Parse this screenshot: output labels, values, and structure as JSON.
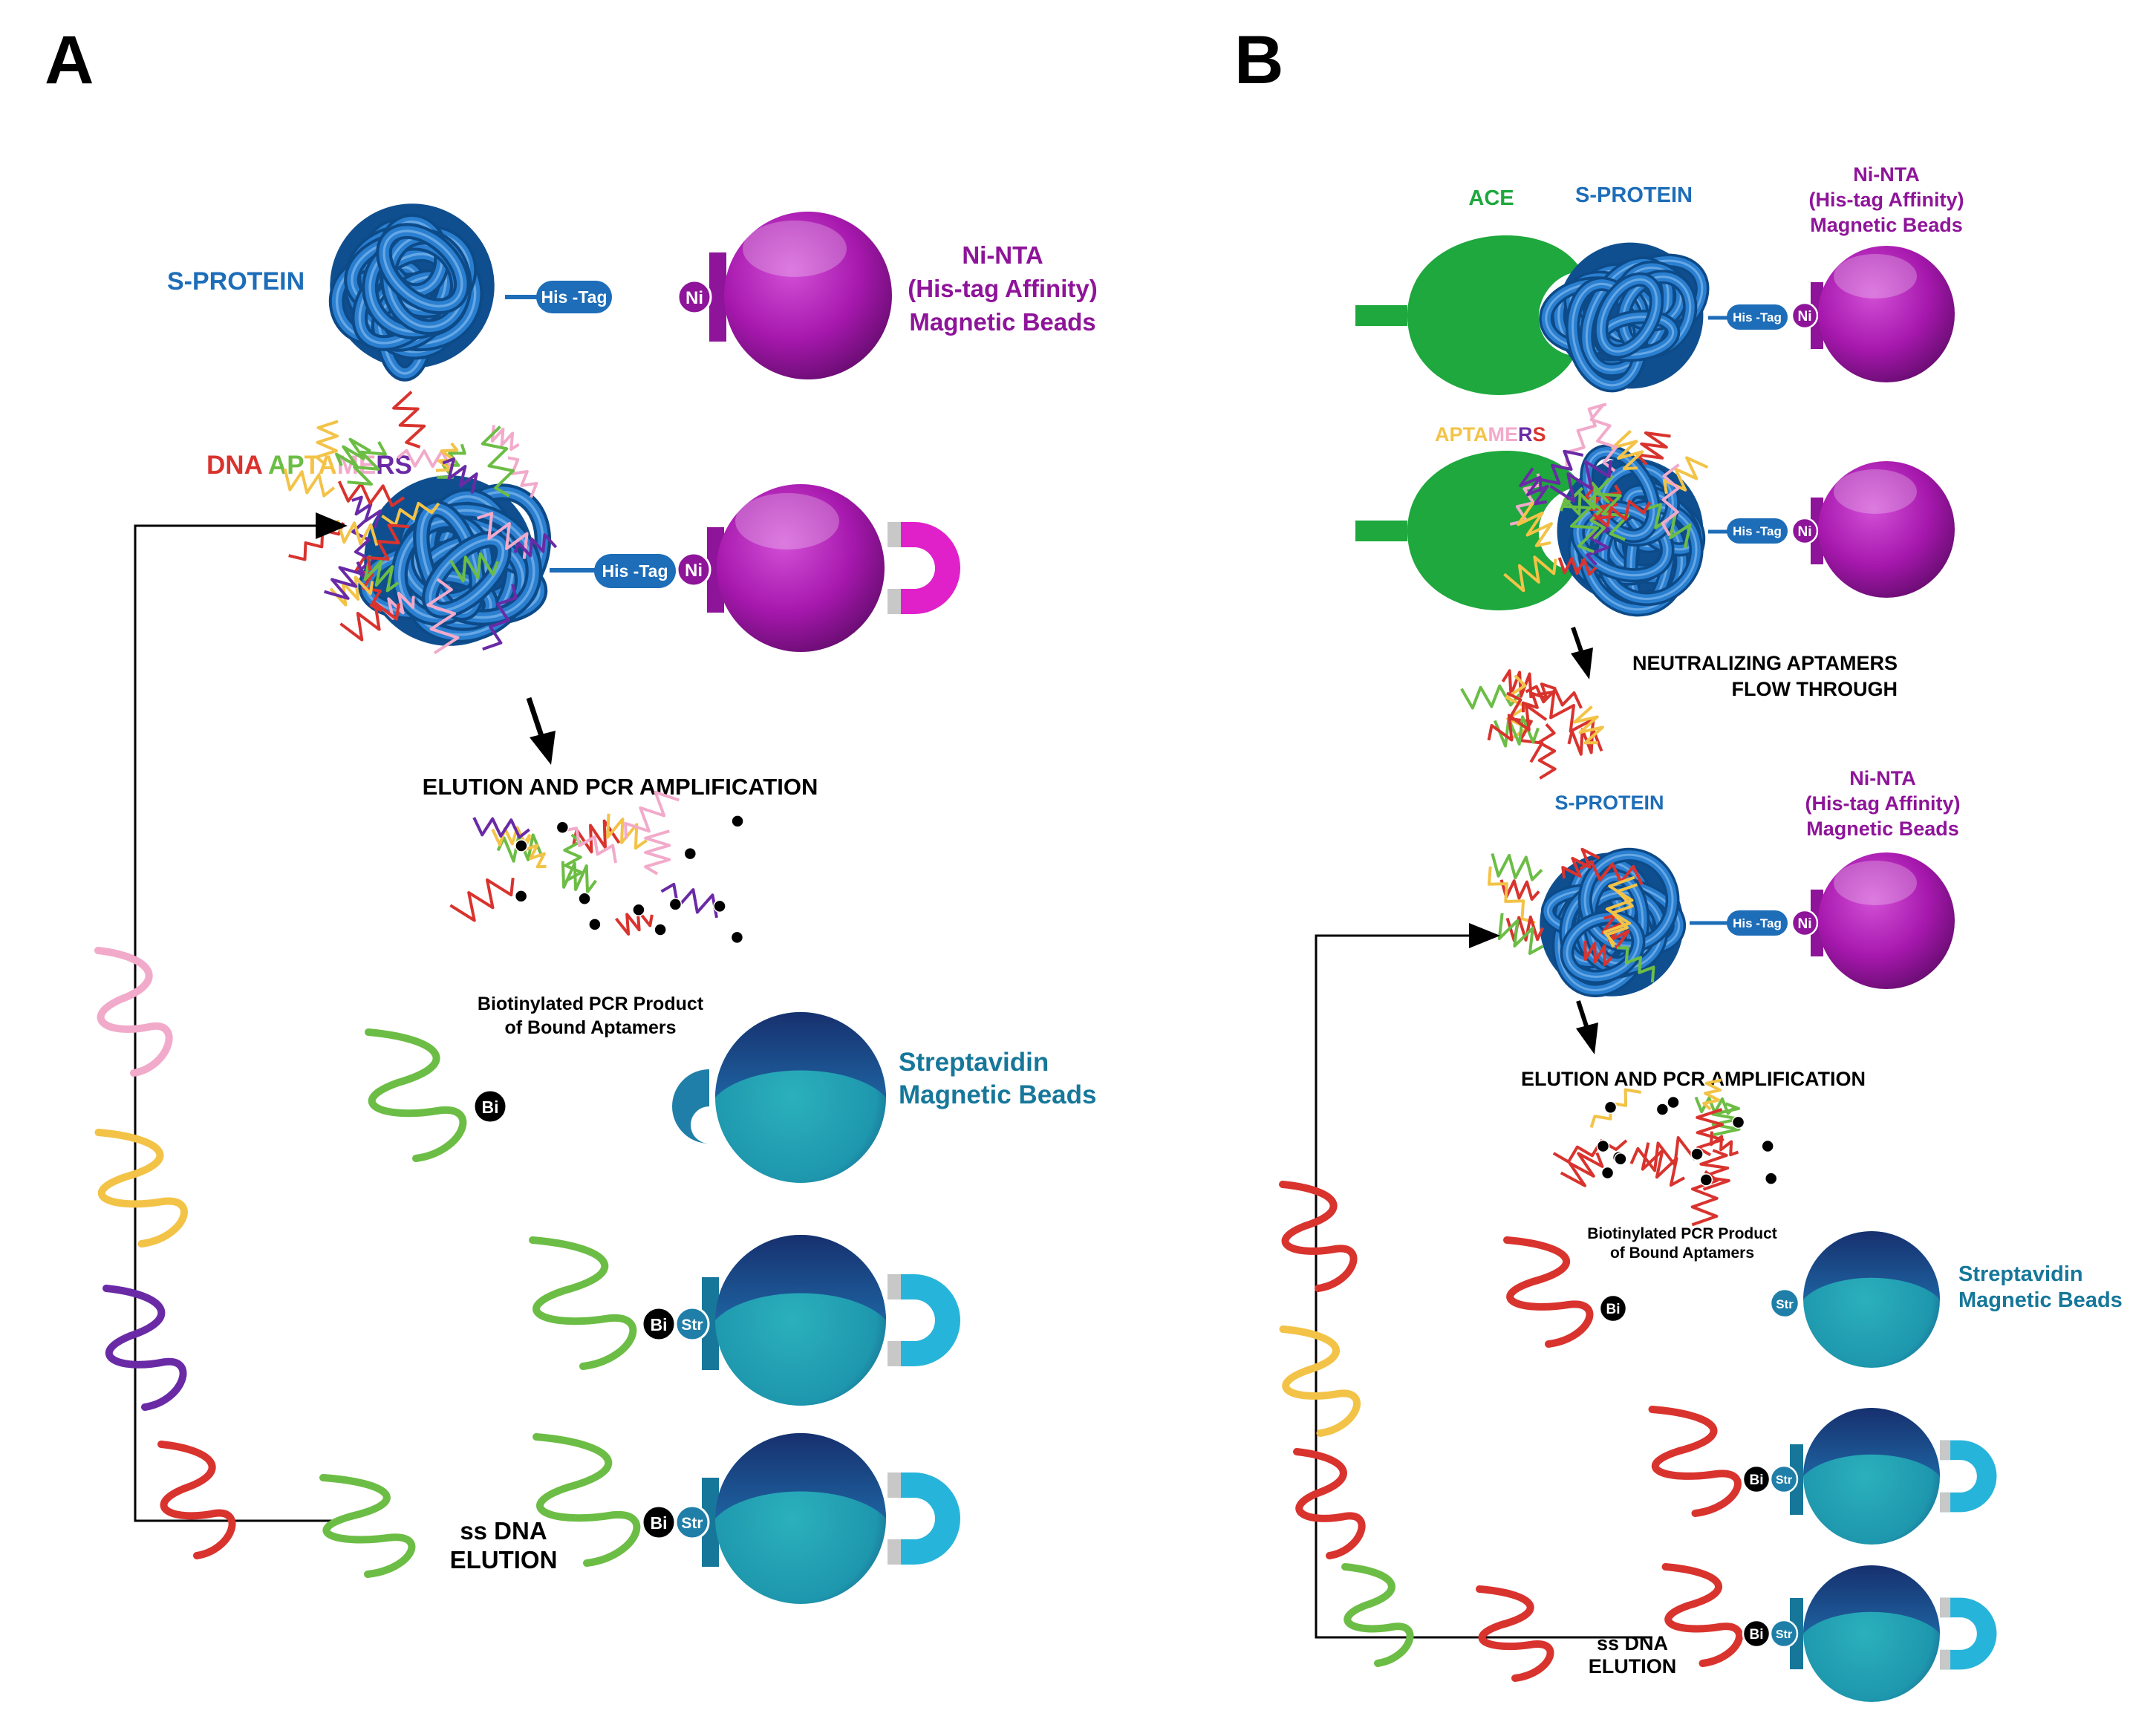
{
  "panels": {
    "a": {
      "letter": "A",
      "s_protein": "S-PROTEIN",
      "his_tag": "His -Tag",
      "ni": "Ni",
      "ni_nta": [
        "Ni-NTA",
        "(His-tag Affinity)",
        "Magnetic Beads"
      ],
      "dna_aptamers_letters": [
        "D",
        "N",
        "A",
        " ",
        "A",
        "P",
        "T",
        "A",
        "M",
        "E",
        "R",
        "S"
      ],
      "elution_pcr": "ELUTION AND PCR AMPLIFICATION",
      "biotin_caption": [
        "Biotinylated PCR Product",
        "of Bound Aptamers"
      ],
      "bi": "Bi",
      "str": "Str",
      "streptavidin": [
        "Streptavidin",
        "Magnetic Beads"
      ],
      "ssdna": [
        "ss DNA",
        "ELUTION"
      ]
    },
    "b": {
      "letter": "B",
      "ace": "ACE",
      "s_protein": "S-PROTEIN",
      "his_tag": "His -Tag",
      "ni": "Ni",
      "ni_nta": [
        "Ni-NTA",
        "(His-tag Affinity)",
        "Magnetic Beads"
      ],
      "aptamers_letters": [
        "A",
        "P",
        "T",
        "A",
        "M",
        "E",
        "R",
        "S"
      ],
      "neutralizing": [
        "NEUTRALIZING APTAMERS",
        "FLOW THROUGH"
      ],
      "elution_pcr": "ELUTION AND PCR AMPLIFICATION",
      "biotin_caption": [
        "Biotinylated PCR Product",
        "of Bound Aptamers"
      ],
      "bi": "Bi",
      "str": "Str",
      "streptavidin": [
        "Streptavidin",
        "Magnetic Beads"
      ],
      "ssdna": [
        "ss DNA",
        "ELUTION"
      ]
    }
  },
  "colors": {
    "protein": "#1d6db8",
    "ni_bead": "#a01aa8",
    "ni_text": "#8e1499",
    "strep_bead": "#1f9fb3",
    "strep_text": "#17779a",
    "ace": "#1ea83d",
    "magnet_magenta": "#e020c8",
    "magnet_cyan": "#27b4da",
    "biotin": "#000000",
    "aptamer_red": "#d9332e",
    "aptamer_green": "#6cbd45",
    "aptamer_yellow": "#f3c347",
    "aptamer_pink": "#f2aacb",
    "aptamer_purple": "#6a2aa6"
  }
}
